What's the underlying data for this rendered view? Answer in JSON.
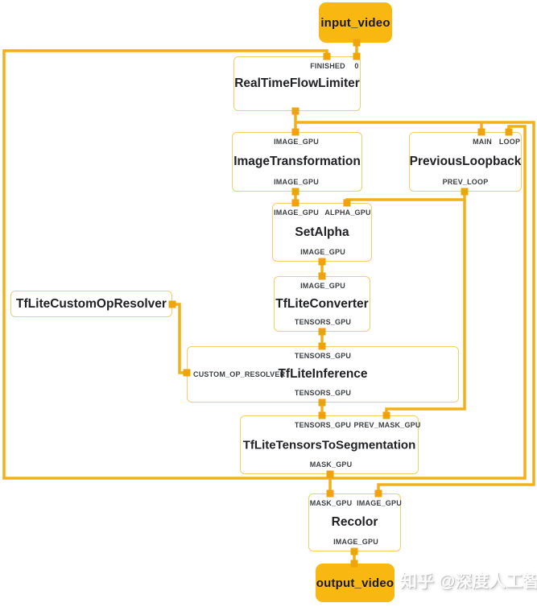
{
  "diagram": {
    "nodes": {
      "input_video": {
        "title": "input_video"
      },
      "flow_limiter": {
        "title": "RealTimeFlowLimiter",
        "in_finished": "FINISHED",
        "in_zero": "0"
      },
      "image_transformation": {
        "title": "ImageTransformation",
        "in_image": "IMAGE_GPU",
        "out_image": "IMAGE_GPU"
      },
      "previous_loopback": {
        "title": "PreviousLoopback",
        "in_main": "MAIN",
        "in_loop": "LOOP",
        "out_prev_loop": "PREV_LOOP"
      },
      "set_alpha": {
        "title": "SetAlpha",
        "in_image": "IMAGE_GPU",
        "in_alpha": "ALPHA_GPU",
        "out_image": "IMAGE_GPU"
      },
      "tflite_converter": {
        "title": "TfLiteConverter",
        "in_image": "IMAGE_GPU",
        "out_tensors": "TENSORS_GPU"
      },
      "tflite_custom_op_resolver": {
        "title": "TfLiteCustomOpResolver"
      },
      "tflite_inference": {
        "title": "TfLiteInference",
        "in_tensors": "TENSORS_GPU",
        "in_resolver": "CUSTOM_OP_RESOLVER",
        "out_tensors": "TENSORS_GPU"
      },
      "tflite_tensors_to_segmentation": {
        "title": "TfLiteTensorsToSegmentation",
        "in_tensors": "TENSORS_GPU",
        "in_prev_mask": "PREV_MASK_GPU",
        "out_mask": "MASK_GPU"
      },
      "recolor": {
        "title": "Recolor",
        "in_mask": "MASK_GPU",
        "in_image": "IMAGE_GPU",
        "out_image": "IMAGE_GPU"
      },
      "output_video": {
        "title": "output_video"
      }
    },
    "watermark": "知乎 @深度人工智能学院",
    "colors": {
      "edge": "#F2B018",
      "port": "#EFA30D",
      "node_border": "#F2CF67",
      "io_node_fill": "#F9B711",
      "title_text": "#202124",
      "port_label_text": "#3C4043"
    }
  }
}
